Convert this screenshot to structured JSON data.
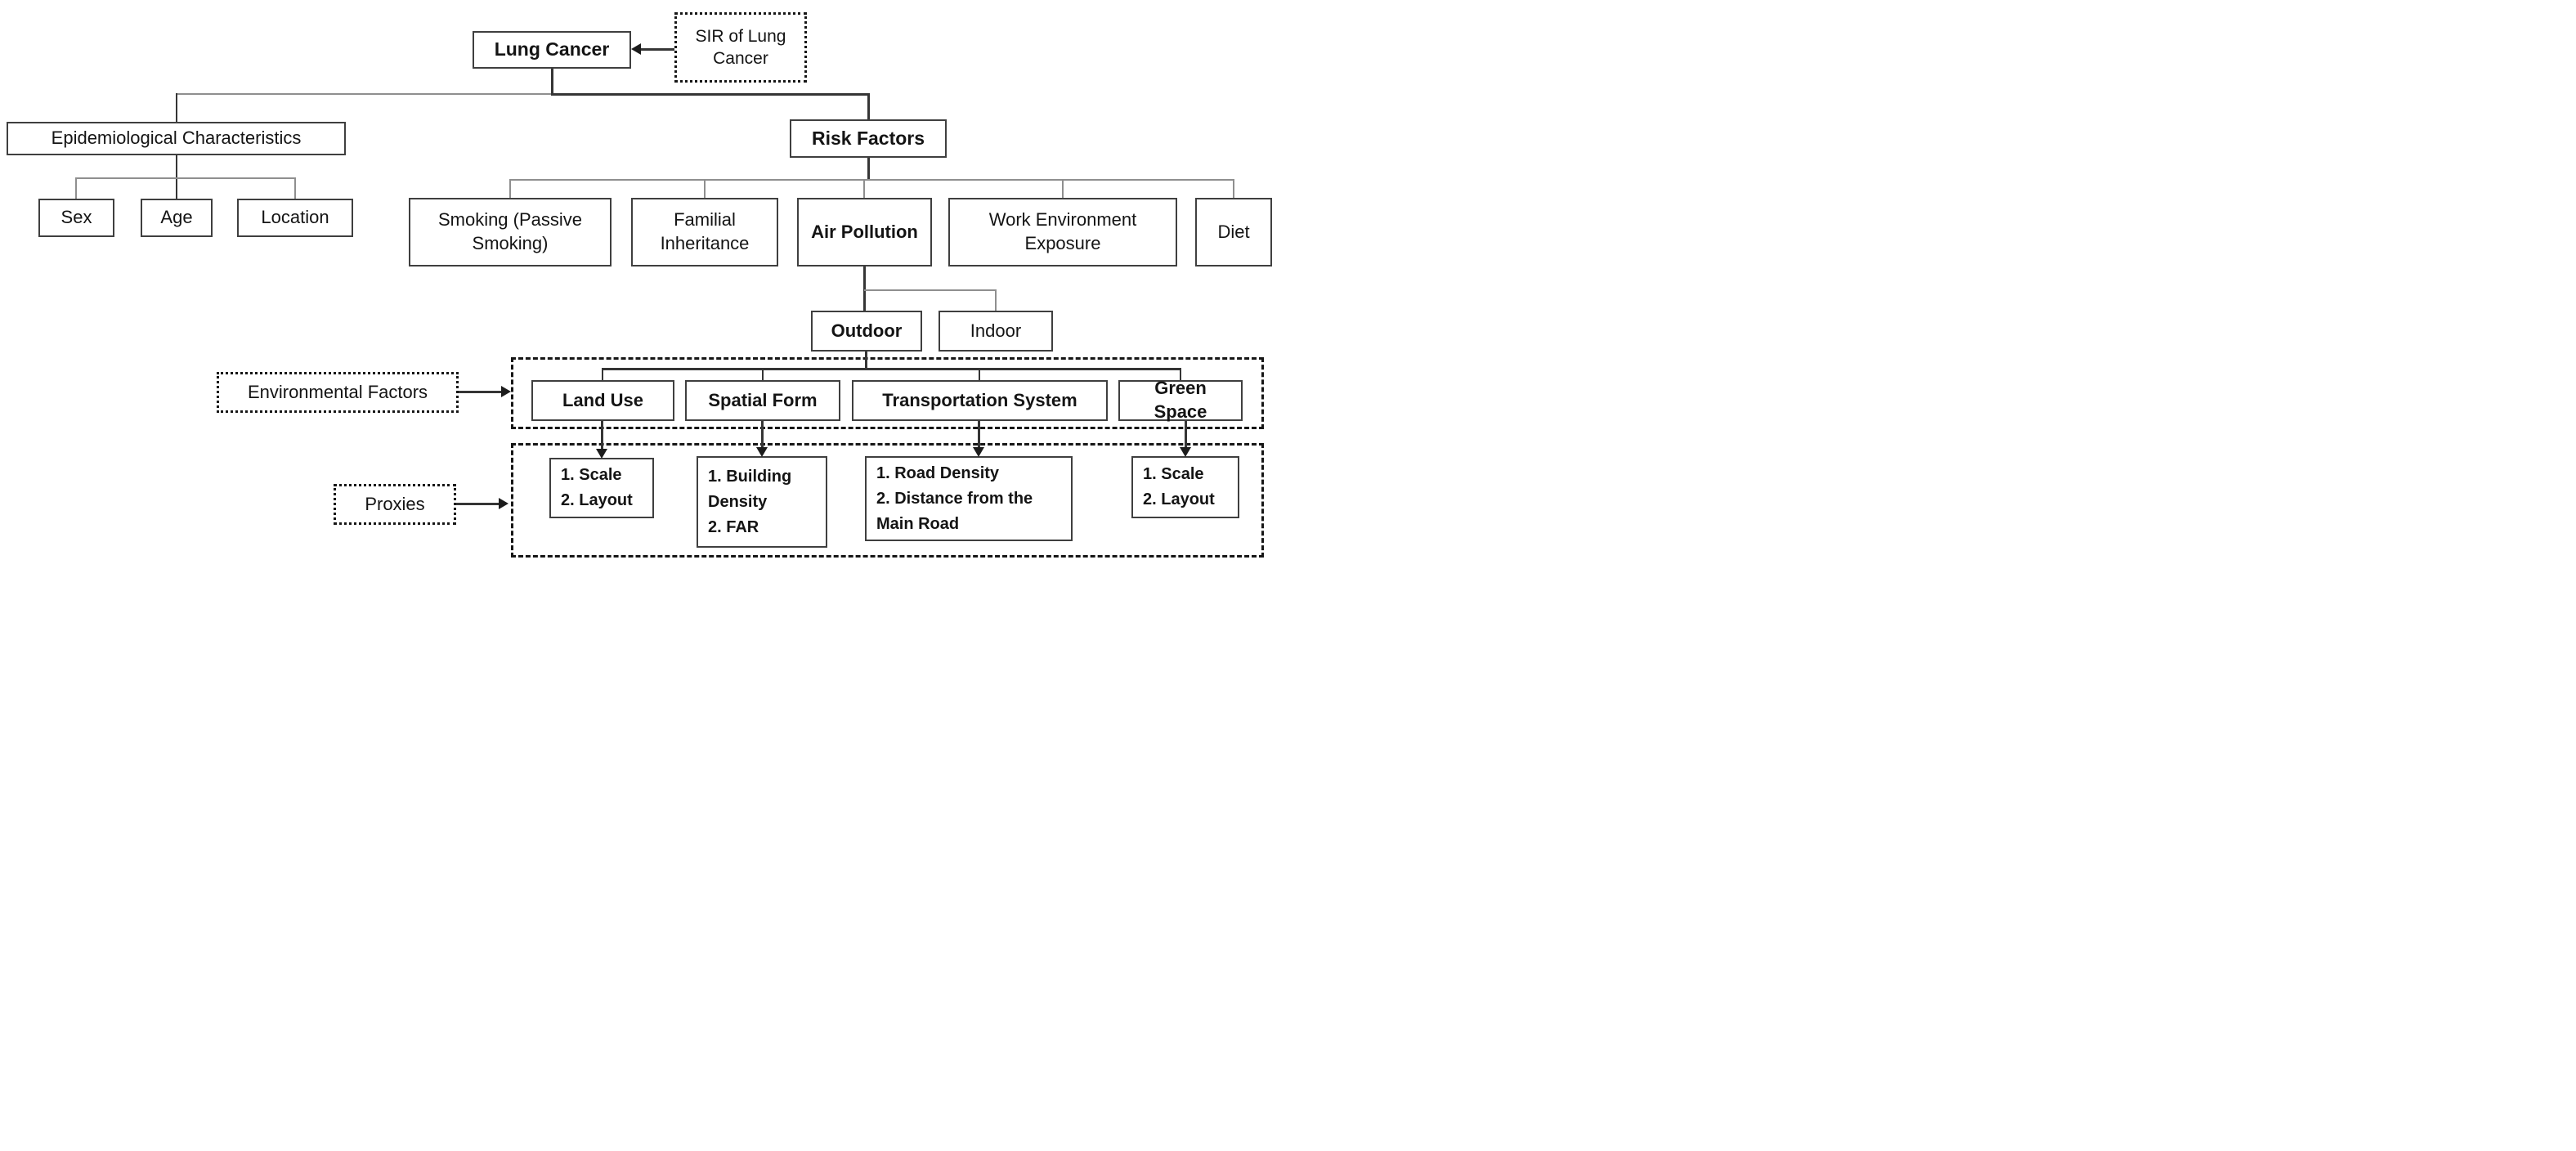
{
  "diagram": {
    "colors": {
      "background": "#ffffff",
      "ink": "#141414",
      "connector_gray": "#8f8f8f",
      "connector_dark": "#353535"
    },
    "outcome": {
      "label": "Lung Cancer"
    },
    "indicator": {
      "label": "SIR of Lung Cancer"
    },
    "epidemiological": {
      "label": "Epidemiological Characteristics",
      "children": [
        {
          "label": "Sex"
        },
        {
          "label": "Age"
        },
        {
          "label": "Location"
        }
      ]
    },
    "risk_factors": {
      "label": "Risk Factors",
      "children": [
        {
          "label": "Smoking (Passive Smoking)"
        },
        {
          "label": "Familial Inheritance"
        },
        {
          "label": "Air Pollution"
        },
        {
          "label": "Work Environment Exposure"
        },
        {
          "label": "Diet"
        }
      ]
    },
    "air_pollution": {
      "children": [
        {
          "label": "Outdoor"
        },
        {
          "label": "Indoor"
        }
      ]
    },
    "environmental_factors": {
      "label": "Environmental Factors",
      "categories": [
        {
          "label": "Land Use"
        },
        {
          "label": "Spatial Form"
        },
        {
          "label": "Transportation System"
        },
        {
          "label": "Green Space"
        }
      ]
    },
    "proxies": {
      "label": "Proxies",
      "items": [
        {
          "text": "1. Scale\n2. Layout"
        },
        {
          "text": "1. Building\nDensity\n2. FAR"
        },
        {
          "text": "1. Road Density\n2. Distance from the\nMain Road"
        },
        {
          "text": "1. Scale\n2. Layout"
        }
      ]
    }
  }
}
